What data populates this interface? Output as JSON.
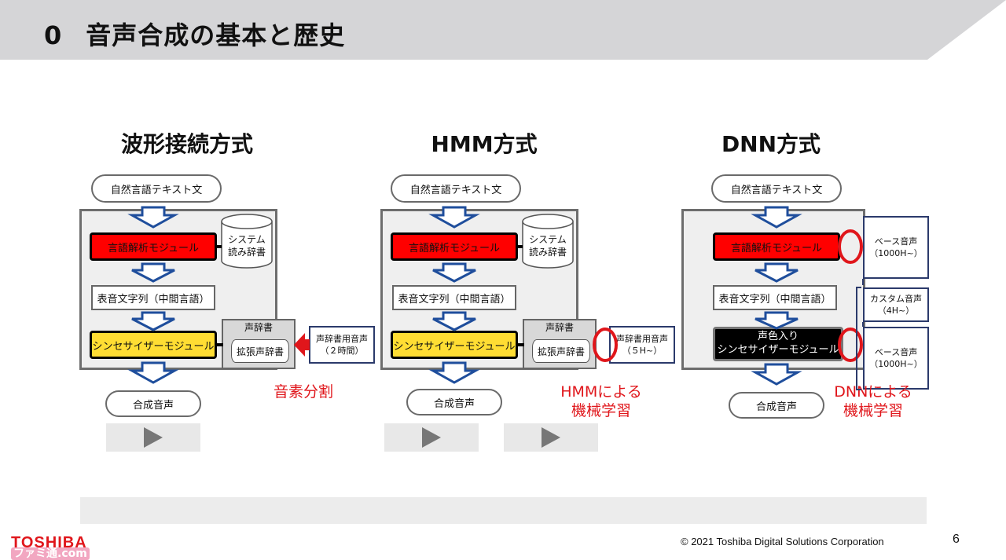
{
  "slide": {
    "number": "0",
    "title": "音声合成の基本と歴史",
    "page": "6"
  },
  "columns": [
    {
      "method": "波形接続方式",
      "input": "自然言語テキスト文",
      "module1": "言語解析モジュール",
      "dict1_line1": "システム",
      "dict1_line2": "読み辞書",
      "intermediate": "表音文字列（中間言語）",
      "synth": "シンセサイザーモジュール",
      "dict2_top": "声辞書",
      "dict2": "拡張声辞書",
      "side_line1": "声辞書用音声",
      "side_line2": "（２時間）",
      "note": "音素分割",
      "output": "合成音声"
    },
    {
      "method": "HMM方式",
      "input": "自然言語テキスト文",
      "module1": "言語解析モジュール",
      "dict1_line1": "システム",
      "dict1_line2": "読み辞書",
      "intermediate": "表音文字列（中間言語）",
      "synth": "シンセサイザーモジュール",
      "dict2_top": "声辞書",
      "dict2": "拡張声辞書",
      "side_line1": "声辞書用音声",
      "side_line2": "（５H~）",
      "note_line1": "HMMによる",
      "note_line2": "機械学習",
      "output": "合成音声"
    },
    {
      "method": "DNN方式",
      "input": "自然言語テキスト文",
      "module1": "言語解析モジュール",
      "intermediate": "表音文字列（中間言語）",
      "synth_line1": "声色入り",
      "synth_line2": "シンセサイザーモジュール",
      "base1_line1": "ベース音声",
      "base1_line2": "（1000H~）",
      "custom_line1": "カスタム音声",
      "custom_line2": "（4H~）",
      "base2_line1": "ベース音声",
      "base2_line2": "（1000H~）",
      "note_line1": "DNNによる",
      "note_line2": "機械学習",
      "output": "合成音声"
    }
  ],
  "footer": {
    "logo": "TOSHIBA",
    "copyright": "© 2021 Toshiba Digital Solutions Corporation",
    "watermark": "ファミ通.com"
  },
  "colors": {
    "accent_red": "#e0161b",
    "module_red": "#ff0000",
    "module_yellow": "#ffdd33",
    "arrow_blue": "#1f4e9c"
  }
}
